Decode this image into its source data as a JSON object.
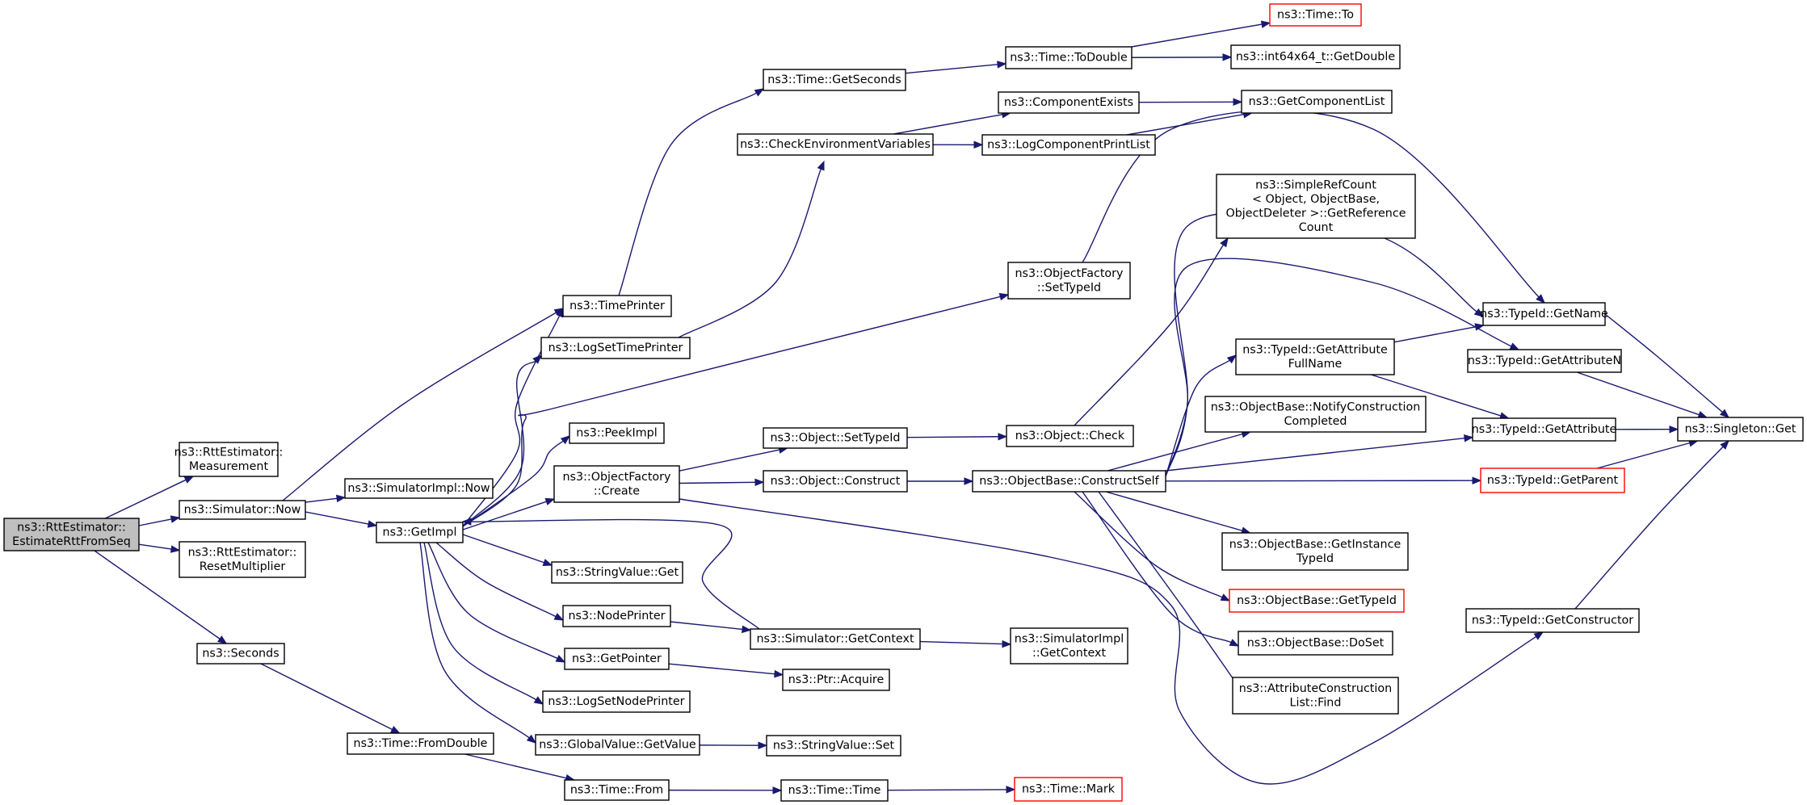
{
  "diagram": {
    "type": "call-graph",
    "colors": {
      "edge": "#191970",
      "node_border": "#000000",
      "node_border_external": "#ff0000",
      "root_fill": "#bfbfbf",
      "background": "#ffffff"
    },
    "nodes": [
      {
        "id": "rttEstimate",
        "lines": [
          "ns3::RttEstimator::",
          "EstimateRttFromSeq"
        ],
        "root": true
      },
      {
        "id": "rttMeasurement",
        "lines": [
          "ns3::RttEstimator::",
          "Measurement"
        ]
      },
      {
        "id": "simNow",
        "lines": [
          "ns3::Simulator::Now"
        ]
      },
      {
        "id": "rttReset",
        "lines": [
          "ns3::RttEstimator::",
          "ResetMultiplier"
        ]
      },
      {
        "id": "seconds",
        "lines": [
          "ns3::Seconds"
        ]
      },
      {
        "id": "timePrinter",
        "lines": [
          "ns3::TimePrinter"
        ]
      },
      {
        "id": "simImplNow",
        "lines": [
          "ns3::SimulatorImpl::Now"
        ]
      },
      {
        "id": "getImpl",
        "lines": [
          "ns3::GetImpl"
        ]
      },
      {
        "id": "fromDouble",
        "lines": [
          "ns3::Time::FromDouble"
        ]
      },
      {
        "id": "logSetTimePrinter",
        "lines": [
          "ns3::LogSetTimePrinter"
        ]
      },
      {
        "id": "peekImpl",
        "lines": [
          "ns3::PeekImpl"
        ]
      },
      {
        "id": "ofCreate",
        "lines": [
          "ns3::ObjectFactory",
          "::Create"
        ]
      },
      {
        "id": "strValGet",
        "lines": [
          "ns3::StringValue::Get"
        ]
      },
      {
        "id": "nodePrinter",
        "lines": [
          "ns3::NodePrinter"
        ]
      },
      {
        "id": "getPointer",
        "lines": [
          "ns3::GetPointer"
        ]
      },
      {
        "id": "logSetNodePrinter",
        "lines": [
          "ns3::LogSetNodePrinter"
        ]
      },
      {
        "id": "gvGetValue",
        "lines": [
          "ns3::GlobalValue::GetValue"
        ]
      },
      {
        "id": "timeFrom",
        "lines": [
          "ns3::Time::From"
        ]
      },
      {
        "id": "timeGetSeconds",
        "lines": [
          "ns3::Time::GetSeconds"
        ]
      },
      {
        "id": "checkEnvVars",
        "lines": [
          "ns3::CheckEnvironmentVariables"
        ]
      },
      {
        "id": "objSetTypeId",
        "lines": [
          "ns3::Object::SetTypeId"
        ]
      },
      {
        "id": "objConstruct",
        "lines": [
          "ns3::Object::Construct"
        ]
      },
      {
        "id": "simGetContext",
        "lines": [
          "ns3::Simulator::GetContext"
        ]
      },
      {
        "id": "ptrAcquire",
        "lines": [
          "ns3::Ptr::Acquire"
        ]
      },
      {
        "id": "strValSet",
        "lines": [
          "ns3::StringValue::Set"
        ]
      },
      {
        "id": "timeTime",
        "lines": [
          "ns3::Time::Time"
        ]
      },
      {
        "id": "timeToDouble",
        "lines": [
          "ns3::Time::ToDouble"
        ]
      },
      {
        "id": "componentExists",
        "lines": [
          "ns3::ComponentExists"
        ]
      },
      {
        "id": "logCompPrintList",
        "lines": [
          "ns3::LogComponentPrintList"
        ]
      },
      {
        "id": "ofSetTypeId",
        "lines": [
          "ns3::ObjectFactory",
          "::SetTypeId"
        ]
      },
      {
        "id": "objCheck",
        "lines": [
          "ns3::Object::Check"
        ]
      },
      {
        "id": "obConstructSelf",
        "lines": [
          "ns3::ObjectBase::ConstructSelf"
        ]
      },
      {
        "id": "simImplGetContext",
        "lines": [
          "ns3::SimulatorImpl",
          "::GetContext"
        ]
      },
      {
        "id": "timeMark",
        "lines": [
          "ns3::Time::Mark"
        ],
        "external": true
      },
      {
        "id": "timeTo",
        "lines": [
          "ns3::Time::To"
        ],
        "external": true
      },
      {
        "id": "int64GetDouble",
        "lines": [
          "ns3::int64x64_t::GetDouble"
        ]
      },
      {
        "id": "getComponentList",
        "lines": [
          "ns3::GetComponentList"
        ]
      },
      {
        "id": "simpleRefCount",
        "lines": [
          "ns3::SimpleRefCount",
          "< Object, ObjectBase,",
          " ObjectDeleter >::GetReference",
          "Count"
        ]
      },
      {
        "id": "tidGetAttrFullName",
        "lines": [
          "ns3::TypeId::GetAttribute",
          "FullName"
        ]
      },
      {
        "id": "obNotifyConstruction",
        "lines": [
          "ns3::ObjectBase::NotifyConstruction",
          "Completed"
        ]
      },
      {
        "id": "obGetInstanceTypeId",
        "lines": [
          "ns3::ObjectBase::GetInstance",
          "TypeId"
        ]
      },
      {
        "id": "obGetTypeId",
        "lines": [
          "ns3::ObjectBase::GetTypeId"
        ],
        "external": true
      },
      {
        "id": "obDoSet",
        "lines": [
          "ns3::ObjectBase::DoSet"
        ]
      },
      {
        "id": "attrConstructionFind",
        "lines": [
          "ns3::AttributeConstruction",
          "List::Find"
        ]
      },
      {
        "id": "tidGetName",
        "lines": [
          "ns3::TypeId::GetName"
        ]
      },
      {
        "id": "tidGetAttributeN",
        "lines": [
          "ns3::TypeId::GetAttributeN"
        ]
      },
      {
        "id": "tidGetAttribute",
        "lines": [
          "ns3::TypeId::GetAttribute"
        ]
      },
      {
        "id": "tidGetParent",
        "lines": [
          "ns3::TypeId::GetParent"
        ],
        "external": true
      },
      {
        "id": "tidGetConstructor",
        "lines": [
          "ns3::TypeId::GetConstructor"
        ]
      },
      {
        "id": "singletonGet",
        "lines": [
          "ns3::Singleton::Get"
        ]
      }
    ],
    "edges": [
      [
        "rttEstimate",
        "rttMeasurement"
      ],
      [
        "rttEstimate",
        "simNow"
      ],
      [
        "rttEstimate",
        "rttReset"
      ],
      [
        "rttEstimate",
        "seconds"
      ],
      [
        "simNow",
        "timePrinter"
      ],
      [
        "simNow",
        "simImplNow"
      ],
      [
        "simNow",
        "getImpl"
      ],
      [
        "seconds",
        "fromDouble"
      ],
      [
        "fromDouble",
        "timeFrom"
      ],
      [
        "timeFrom",
        "timeTime"
      ],
      [
        "timeTime",
        "timeMark"
      ],
      [
        "timePrinter",
        "timeGetSeconds"
      ],
      [
        "timeGetSeconds",
        "timeToDouble"
      ],
      [
        "timeToDouble",
        "timeTo"
      ],
      [
        "timeToDouble",
        "int64GetDouble"
      ],
      [
        "logSetTimePrinter",
        "checkEnvVars"
      ],
      [
        "checkEnvVars",
        "componentExists"
      ],
      [
        "checkEnvVars",
        "logCompPrintList"
      ],
      [
        "componentExists",
        "getComponentList"
      ],
      [
        "logCompPrintList",
        "getComponentList"
      ],
      [
        "getImpl",
        "timePrinter"
      ],
      [
        "getImpl",
        "logSetTimePrinter"
      ],
      [
        "getImpl",
        "ofSetTypeId"
      ],
      [
        "getImpl",
        "peekImpl"
      ],
      [
        "getImpl",
        "ofCreate"
      ],
      [
        "getImpl",
        "strValGet"
      ],
      [
        "getImpl",
        "nodePrinter"
      ],
      [
        "getImpl",
        "getPointer"
      ],
      [
        "getImpl",
        "logSetNodePrinter"
      ],
      [
        "getImpl",
        "gvGetValue"
      ],
      [
        "simGetContext",
        "getImpl"
      ],
      [
        "nodePrinter",
        "simGetContext"
      ],
      [
        "simGetContext",
        "simImplGetContext"
      ],
      [
        "getPointer",
        "ptrAcquire"
      ],
      [
        "gvGetValue",
        "strValSet"
      ],
      [
        "ofCreate",
        "objSetTypeId"
      ],
      [
        "ofCreate",
        "objConstruct"
      ],
      [
        "ofCreate",
        "tidGetConstructor"
      ],
      [
        "objSetTypeId",
        "objCheck"
      ],
      [
        "objCheck",
        "simpleRefCount"
      ],
      [
        "objConstruct",
        "obConstructSelf"
      ],
      [
        "ofSetTypeId",
        "tidGetName"
      ],
      [
        "obConstructSelf",
        "tidGetName"
      ],
      [
        "obConstructSelf",
        "tidGetAttributeN"
      ],
      [
        "obConstructSelf",
        "tidGetAttrFullName"
      ],
      [
        "obConstructSelf",
        "obNotifyConstruction"
      ],
      [
        "obConstructSelf",
        "tidGetAttribute"
      ],
      [
        "obConstructSelf",
        "tidGetParent"
      ],
      [
        "obConstructSelf",
        "obGetInstanceTypeId"
      ],
      [
        "obConstructSelf",
        "obGetTypeId"
      ],
      [
        "obConstructSelf",
        "obDoSet"
      ],
      [
        "obConstructSelf",
        "attrConstructionFind"
      ],
      [
        "tidGetAttrFullName",
        "tidGetName"
      ],
      [
        "tidGetAttrFullName",
        "tidGetAttribute"
      ],
      [
        "tidGetName",
        "singletonGet"
      ],
      [
        "tidGetAttributeN",
        "singletonGet"
      ],
      [
        "tidGetAttribute",
        "singletonGet"
      ],
      [
        "tidGetParent",
        "singletonGet"
      ],
      [
        "tidGetConstructor",
        "singletonGet"
      ]
    ]
  }
}
